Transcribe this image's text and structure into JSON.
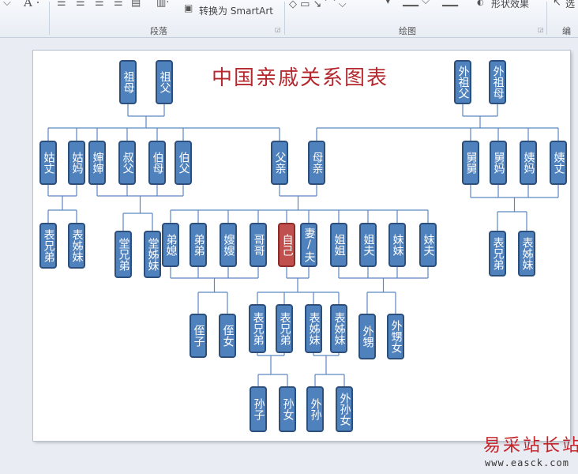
{
  "ribbon": {
    "smartart_label": "转换为 SmartArt",
    "shape_effects_label": "形状效果",
    "select_label": "选",
    "edit_label": "编辑",
    "groups": {
      "paragraph": "段落",
      "drawing": "绘图",
      "editing": "编辑"
    }
  },
  "diagram": {
    "title": "中国亲戚关系图表",
    "nodes": {
      "zumu": "祖母",
      "zufu": "祖父",
      "waizufu": "外祖父",
      "waizumu": "外祖母",
      "guzhang": "姑丈",
      "gu": "姑妈",
      "shenshen": "婶婶",
      "shu": "叔父",
      "bomu": "伯母",
      "bofu": "伯父",
      "fuqin": "父亲",
      "muqin": "母亲",
      "jiujiu": "舅舅",
      "jiuma": "舅妈",
      "yima": "姨妈",
      "yizhang": "姨丈",
      "biao1": "表兄弟",
      "biao2": "表姊妹",
      "tang1": "堂兄弟",
      "tang2": "堂姊妹",
      "dixi": "弟媳",
      "didi": "弟弟",
      "sao": "嫂嫂",
      "gege": "哥哥",
      "self": "自己",
      "spouse": "妻/夫",
      "jiejie": "姐姐",
      "jiefu": "姐夫",
      "meimei": "妹妹",
      "meifu": "妹夫",
      "biao3": "表兄弟",
      "biao4": "表姊妹",
      "zhizi": "侄子",
      "zhinv": "侄女",
      "erzi_b1": "表兄弟",
      "erzi_b2": "表兄弟",
      "nver_b1": "表姊妹",
      "nver_b2": "表姊妹",
      "waisheng": "外甥",
      "waishengnv": "外甥女",
      "sunzi": "孙子",
      "sunnv": "孙女",
      "waisun": "外孙",
      "waisunnv": "外孙女"
    }
  },
  "colors": {
    "node_fill": "#4f81bd",
    "node_border": "#2c4f7c",
    "self_fill": "#c0504d",
    "title": "#b4282e",
    "connector": "#5b87c2"
  },
  "watermark": {
    "name": "易采站长站",
    "url": "www.easck.com"
  }
}
